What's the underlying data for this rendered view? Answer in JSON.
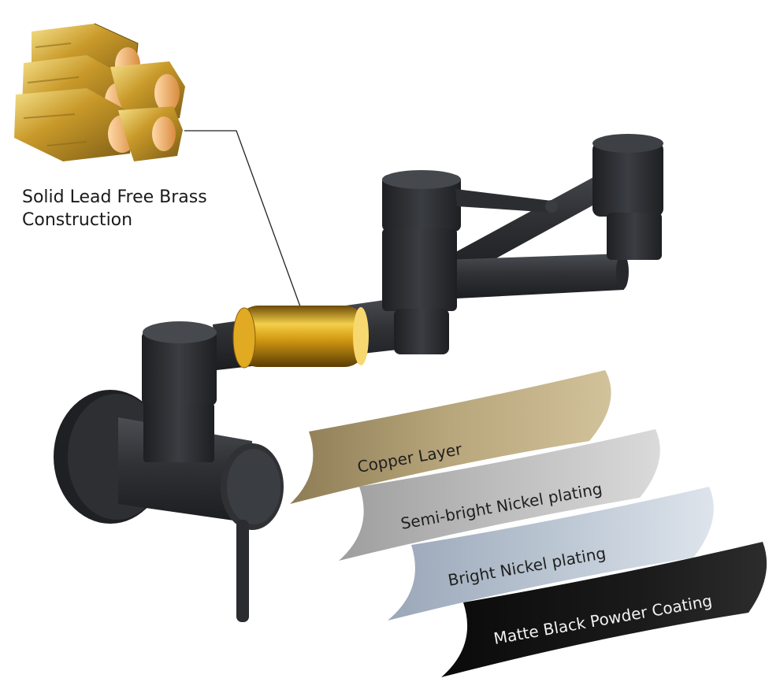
{
  "callout": {
    "line1": "Solid Lead Free Brass",
    "line2": "Construction"
  },
  "layers": [
    {
      "label": "Copper Layer",
      "color": "#b3a27a",
      "text_color": "#1f1f1f"
    },
    {
      "label": "Semi-bright Nickel plating",
      "color": "#b8b8b8",
      "text_color": "#1f1f1f"
    },
    {
      "label": "Bright Nickel plating",
      "color": "#b7c2d0",
      "text_color": "#1f1f1f"
    },
    {
      "label": "Matte Black Powder Coating",
      "color": "#161616",
      "text_color": "#f2f2f2"
    }
  ],
  "colors": {
    "faucet": "#2c2e31",
    "brass": "#d9a316"
  }
}
